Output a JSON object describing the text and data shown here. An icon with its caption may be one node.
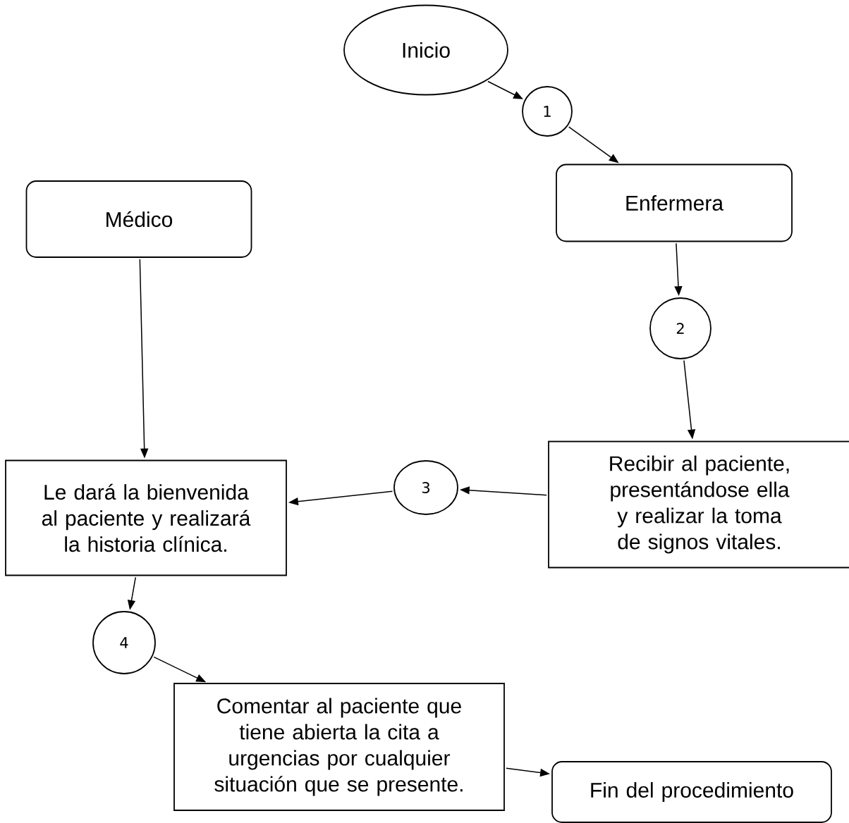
{
  "diagram": {
    "nodes": [
      {
        "text": [
          "Inicio"
        ]
      },
      {
        "text": [
          "1"
        ]
      },
      {
        "text": [
          "Enfermera"
        ]
      },
      {
        "text": [
          "Médico"
        ]
      },
      {
        "text": [
          "2"
        ]
      },
      {
        "text": [
          "Recibir al paciente, presentándose ella y realizar la toma de signos vitales."
        ]
      },
      {
        "text": [
          "3"
        ]
      },
      {
        "text": [
          "Le dará la bienvenida al paciente y realizará la historia clínica."
        ]
      },
      {
        "text": [
          "4"
        ]
      },
      {
        "text": [
          "Comentar al paciente que tiene abierta la cita a urgencias por cualquier situación que se presente."
        ]
      },
      {
        "text": [
          "Fin del procedimiento"
        ]
      }
    ],
    "edges": [
      {
        "from": 0,
        "to": 1,
        "arrow": "to"
      },
      {
        "from": 1,
        "to": 2,
        "arrow": "to"
      },
      {
        "from": 2,
        "to": 4,
        "arrow": "to"
      },
      {
        "from": 4,
        "to": 5,
        "arrow": "to"
      },
      {
        "from": 5,
        "to": 6,
        "arrow": "to"
      },
      {
        "from": 6,
        "to": 7,
        "arrow": "to"
      },
      {
        "from": 3,
        "to": 7,
        "arrow": "to"
      },
      {
        "from": 7,
        "to": 8,
        "arrow": "to"
      },
      {
        "from": 8,
        "to": 9,
        "arrow": "to"
      },
      {
        "from": 9,
        "to": 10,
        "arrow": "to"
      }
    ]
  }
}
